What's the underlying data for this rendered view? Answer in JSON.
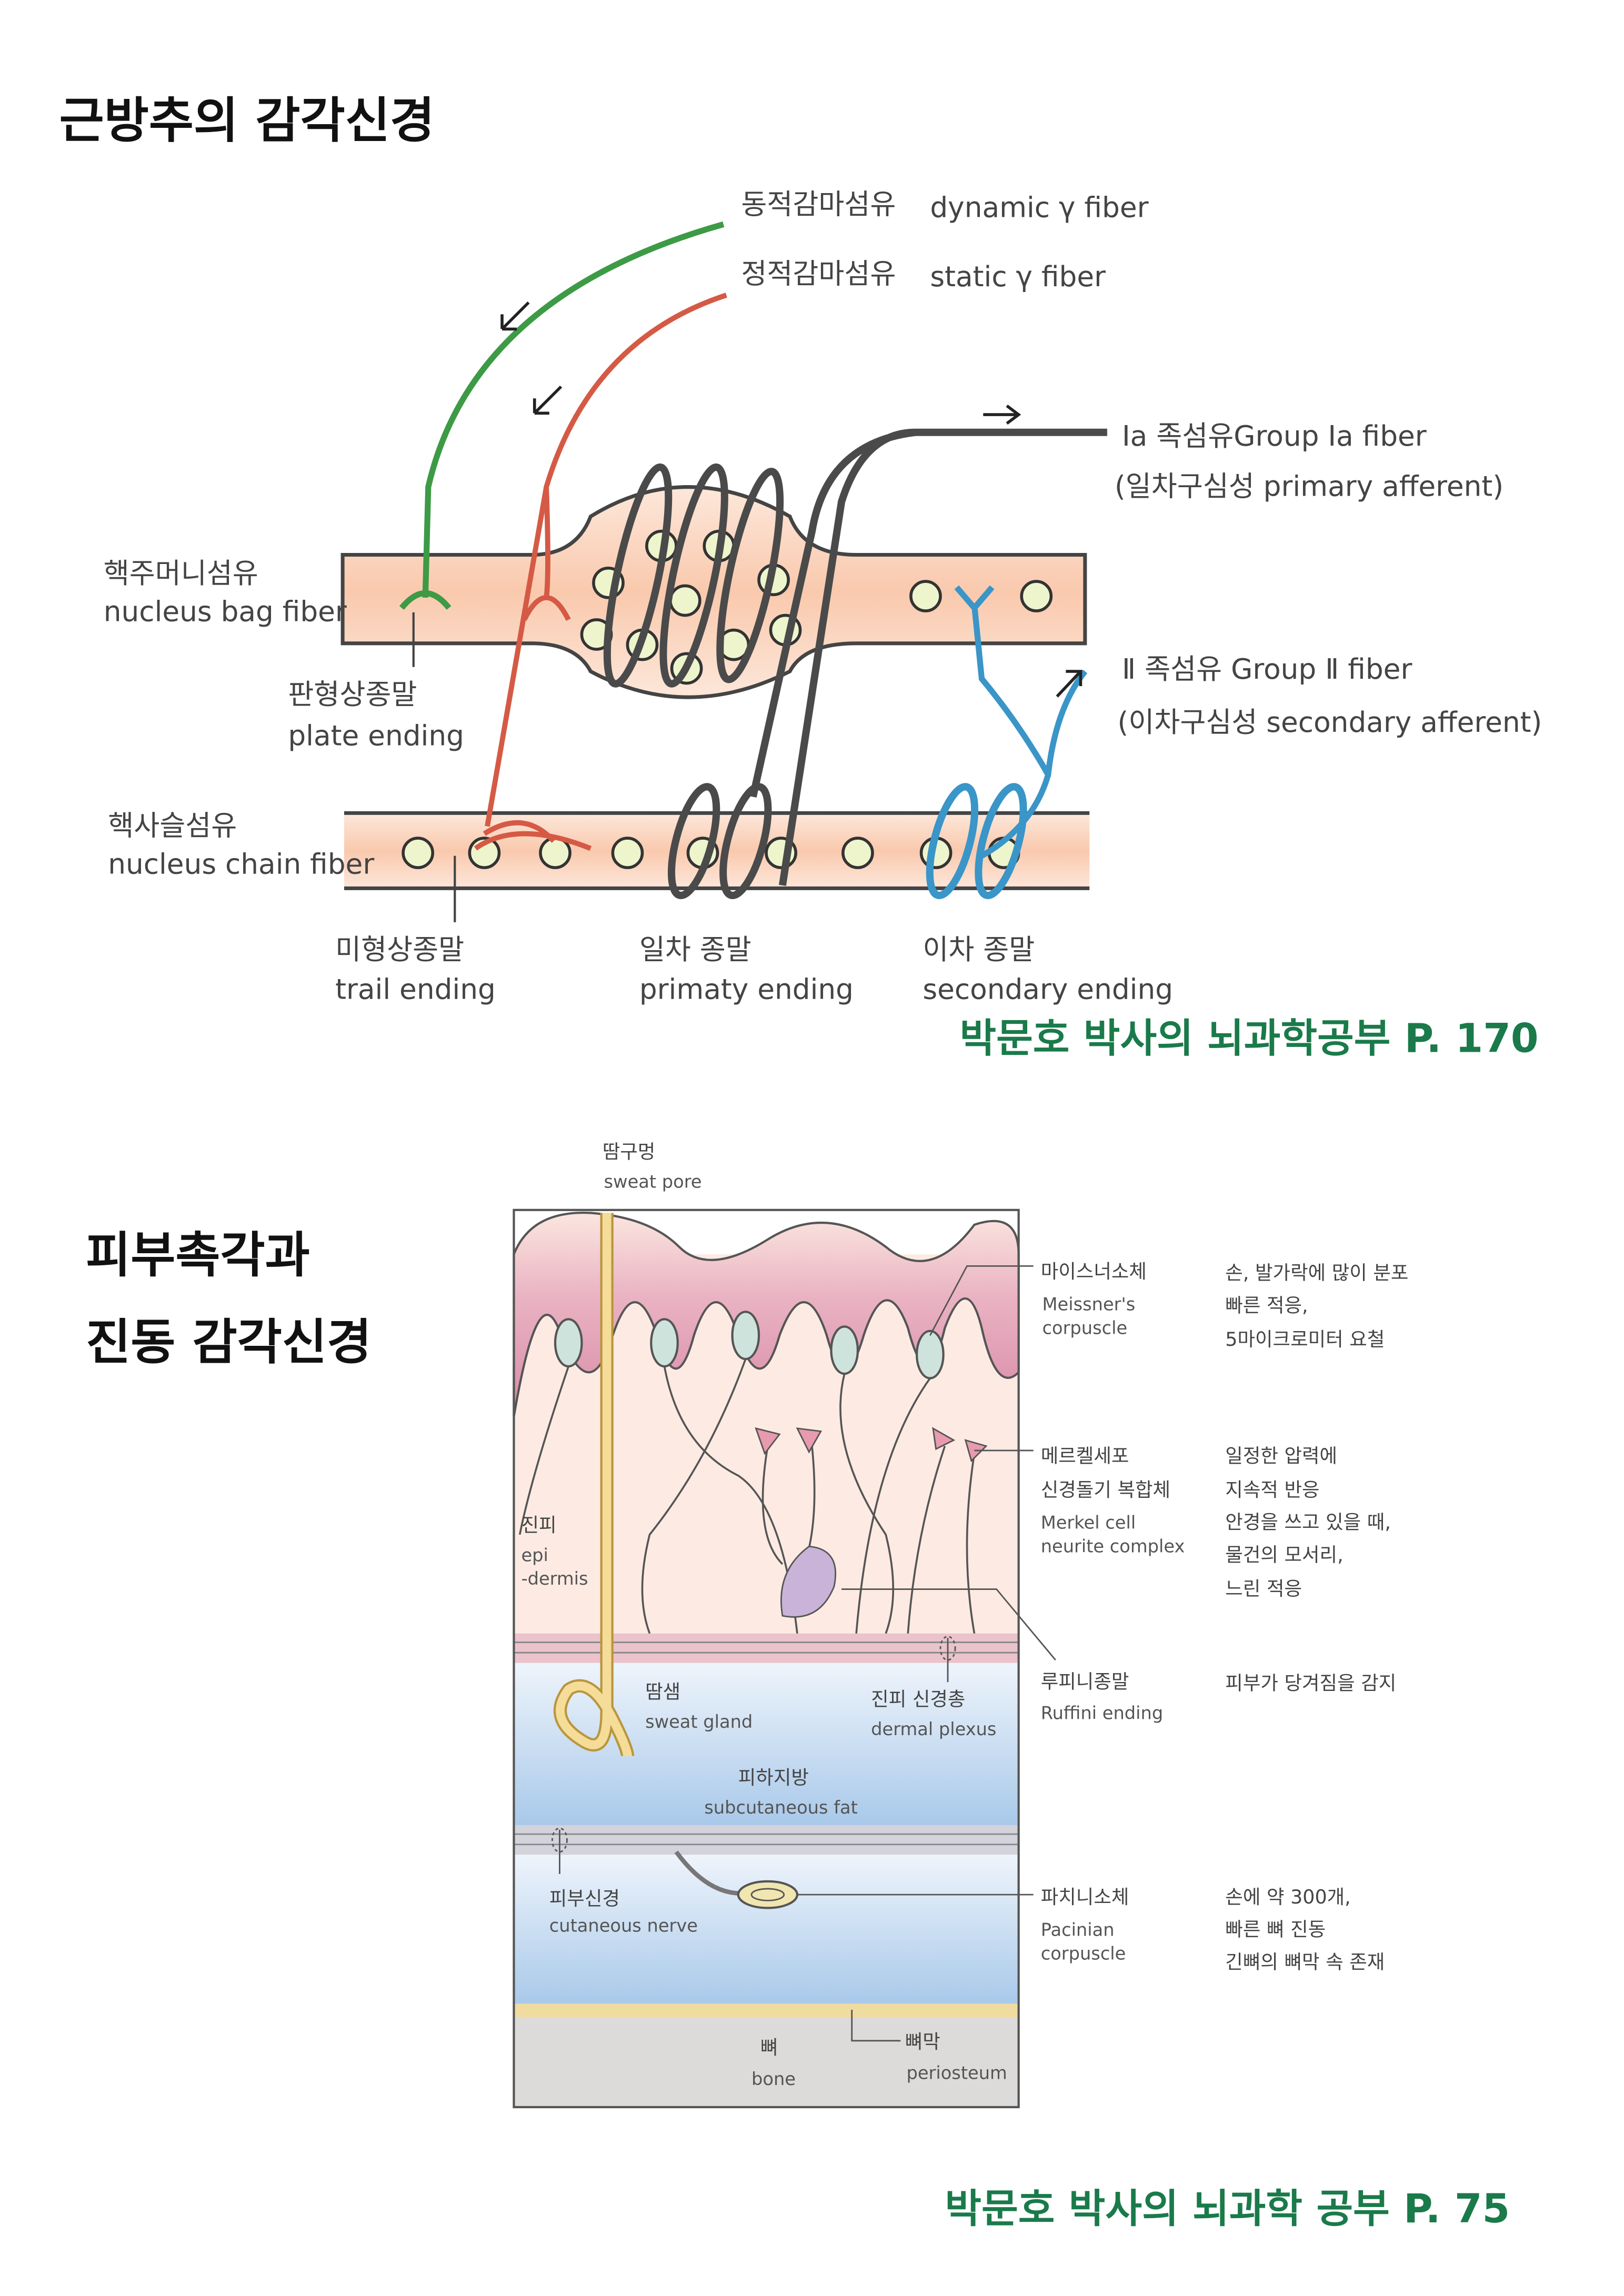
{
  "colors": {
    "accent_green": "#1a7a4a",
    "gamma_dynamic": "#3d9a45",
    "gamma_static": "#d55a45",
    "group_ia": "#4a4a4a",
    "group_ii": "#3a95c8",
    "fiber_fill": "#fbd6c0"
  },
  "spindle": {
    "title": "근방추의 감각신경",
    "dynamic_ko": "동적감마섬유",
    "dynamic_en": "dynamic γ fiber",
    "static_ko": "정적감마섬유",
    "static_en": "static γ fiber",
    "ia_line1": "Ⅰa 족섬유Group  Ⅰa fiber",
    "ia_line2": "(일차구심성  primary afferent)",
    "ii_line1": "Ⅱ 족섬유   Group  Ⅱ  fiber",
    "ii_line2": "(이차구심성  secondary afferent)",
    "bag_ko": "핵주머니섬유",
    "bag_en": "nucleus bag fiber",
    "plate_ko": "판형상종말",
    "plate_en": "plate ending",
    "chain_ko": "핵사슬섬유",
    "chain_en": "nucleus chain fiber",
    "trail_ko": "미형상종말",
    "trail_en": "trail ending",
    "primary_ko": "일차 종말",
    "primary_en": "primaty ending",
    "secondary_ko": "이차 종말",
    "secondary_en": "secondary ending",
    "citation": "박문호 박사의 뇌과학공부 P. 170"
  },
  "skin": {
    "title_line1": "피부촉각과",
    "title_line2": "진동 감각신경",
    "pore_ko": "땀구멍",
    "pore_en": "sweat pore",
    "epi_ko": "진피",
    "epi_en1": "epi",
    "epi_en2": "-dermis",
    "gland_ko": "땀샘",
    "gland_en": "sweat gland",
    "plexus_ko": "진피 신경총",
    "plexus_en": "dermal plexus",
    "fat_ko": "피하지방",
    "fat_en": "subcutaneous fat",
    "nerve_ko": "피부신경",
    "nerve_en": "cutaneous nerve",
    "bone_ko": "뼈",
    "bone_en": "bone",
    "peri_ko": "뼈막",
    "peri_en": "periosteum",
    "receptors": [
      {
        "ko": [
          "마이스너소체"
        ],
        "en": [
          "Meissner's",
          "corpuscle"
        ],
        "desc": [
          "손, 발가락에 많이 분포",
          "빠른 적응,",
          "5마이크로미터 요철"
        ]
      },
      {
        "ko": [
          "메르켈세포",
          "신경돌기 복합체"
        ],
        "en": [
          "Merkel cell",
          "neurite complex"
        ],
        "desc": [
          "일정한 압력에",
          "지속적 반응",
          "안경을 쓰고 있을 때,",
          "물건의 모서리,",
          "느린 적응"
        ]
      },
      {
        "ko": [
          "루피니종말"
        ],
        "en": [
          "Ruffini ending"
        ],
        "desc": [
          "피부가 당겨짐을 감지"
        ]
      },
      {
        "ko": [
          "파치니소체"
        ],
        "en": [
          "Pacinian",
          "corpuscle"
        ],
        "desc": [
          "손에 약 300개,",
          "빠른 뼈 진동",
          "긴뼈의 뼈막 속 존재"
        ]
      }
    ],
    "citation": "박문호 박사의 뇌과학 공부 P. 75"
  }
}
